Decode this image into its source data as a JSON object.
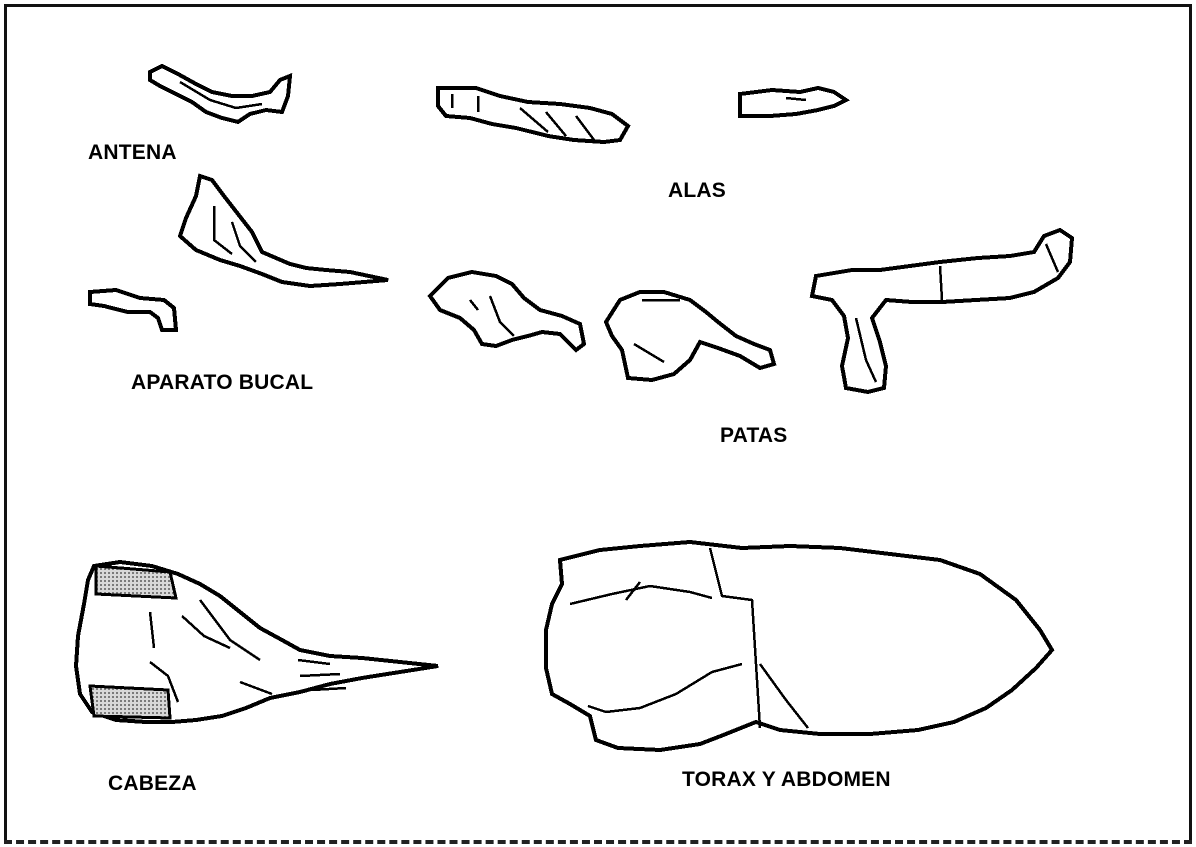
{
  "labels": {
    "antena": "ANTENA",
    "alas": "ALAS",
    "aparato_bucal": "APARATO BUCAL",
    "patas": "PATAS",
    "cabeza": "CABEZA",
    "torax_abdomen": "TORAX Y ABDOMEN"
  },
  "colors": {
    "outline": "#000000",
    "fill": "#ffffff",
    "shading": "#9a9a9a"
  }
}
